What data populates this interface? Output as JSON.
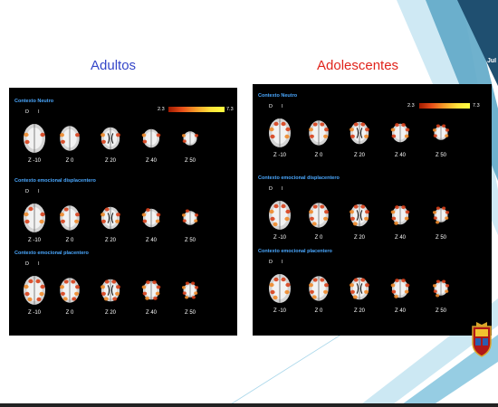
{
  "columns": [
    {
      "title": "Adultos",
      "title_color": "#3446c8",
      "colorbar": {
        "min": "2.3",
        "max": "7.3"
      },
      "sections": [
        {
          "title": "Contexto Neutro",
          "orientation": {
            "left": "D",
            "right": "I"
          },
          "slices": [
            "Z -10",
            "Z 0",
            "Z 20",
            "Z 40",
            "Z 50"
          ],
          "activation": 0.25
        },
        {
          "title": "Contexto emocional displacentero",
          "orientation": {
            "left": "D",
            "right": "I"
          },
          "slices": [
            "Z -10",
            "Z 0",
            "Z 20",
            "Z 40",
            "Z 50"
          ],
          "activation": 0.45
        },
        {
          "title": "Contexto emocional placentero",
          "orientation": {
            "left": "D",
            "right": "I"
          },
          "slices": [
            "Z -10",
            "Z 0",
            "Z 20",
            "Z 40",
            "Z 50"
          ],
          "activation": 0.7
        }
      ]
    },
    {
      "title": "Adolescentes",
      "title_color": "#e0241c",
      "colorbar": {
        "min": "2.3",
        "max": "7.3"
      },
      "sections": [
        {
          "title": "Contexto Neutro",
          "orientation": {
            "left": "D",
            "right": "I"
          },
          "slices": [
            "Z -10",
            "Z 0",
            "Z 20",
            "Z 40",
            "Z 50"
          ],
          "activation": 0.55
        },
        {
          "title": "Contexto emocional displacentero",
          "orientation": {
            "left": "D",
            "right": "I"
          },
          "slices": [
            "Z -10",
            "Z 0",
            "Z 20",
            "Z 40",
            "Z 50"
          ],
          "activation": 0.6
        },
        {
          "title": "Contexto emocional placentero",
          "orientation": {
            "left": "D",
            "right": "I"
          },
          "slices": [
            "Z -10",
            "Z 0",
            "Z 20",
            "Z 40",
            "Z 50"
          ],
          "activation": 0.65
        }
      ]
    }
  ],
  "side_label": "Jul",
  "colors": {
    "accent_blue": "#4aa8ff",
    "panel_bg": "#000000"
  },
  "icons": [
    "university-crest-icon"
  ]
}
